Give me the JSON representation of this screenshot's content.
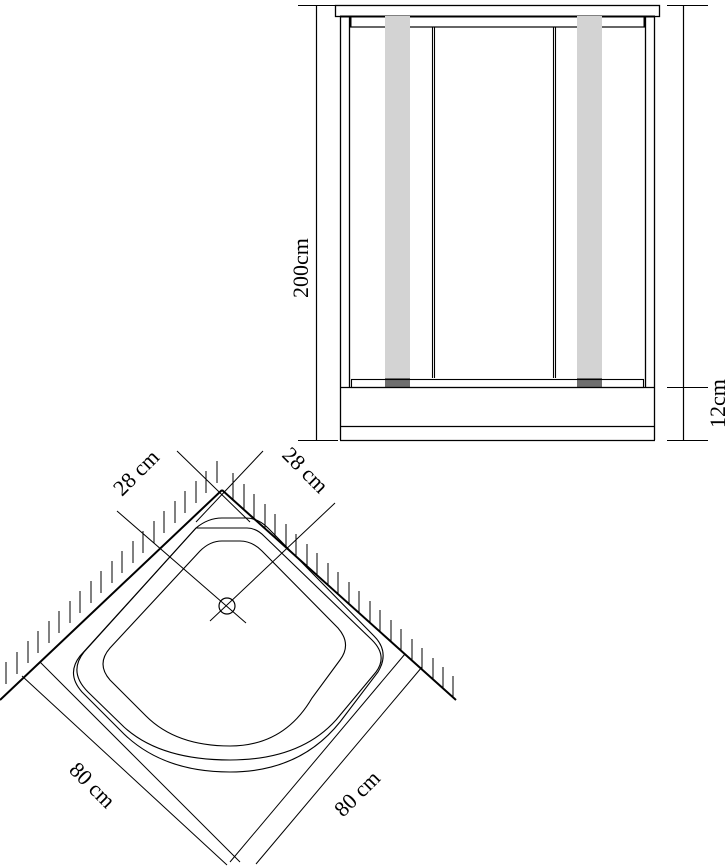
{
  "diagram": {
    "type": "technical-drawing",
    "subject": "corner shower enclosure",
    "colors": {
      "line": "#000000",
      "handle": "#d3d3d3",
      "handle_cap": "#6e6e6e",
      "background": "#ffffff"
    },
    "front_view": {
      "height_label": "200cm",
      "base_label": "12cm"
    },
    "plan_view": {
      "drain_offset_left_label": "28 cm",
      "drain_offset_right_label": "28 cm",
      "side_left_label": "80 cm",
      "side_right_label": "80 cm"
    }
  }
}
